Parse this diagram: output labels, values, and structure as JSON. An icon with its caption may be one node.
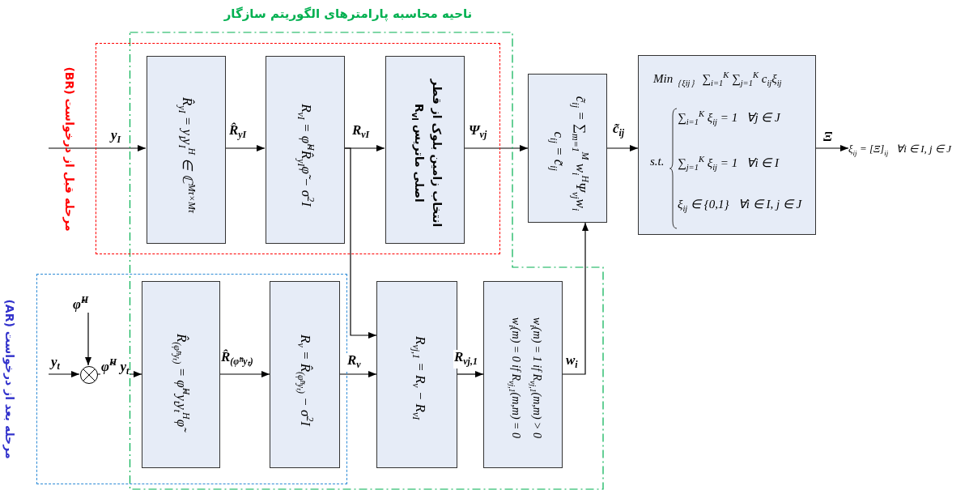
{
  "diagram": {
    "nodes": [
      {
        "text": [
          "ناحیه محاسبه پارامترهای الگوریتم سازگار"
        ]
      },
      {
        "text": [
          "مرحله قبل از درخواست (BR)"
        ]
      },
      {
        "text": [
          "مرحله بعد از درخواست (AR)"
        ]
      },
      {
        "text": [
          "R̂$_{yI}$ = y$_{I}$y$_{I}$$^{H}$ ∈ ℂ$^{Mτ×Mτ}$"
        ],
        "in": 1
      },
      {
        "text": [
          "R$_{vI}$ = φ̃$^{H}$R̂$_{yI}$φ̃ − σ$^{2}$I"
        ],
        "in": 1
      },
      {
        "text": [
          "انتخاب زامین بلوک از قطر اصلی ماتریس R$_{vI}$"
        ],
        "in": 1
      },
      {
        "text": [
          "c̃$_{ij}$ = ∑$_{m=1}$$^{M}$ w$_{i}$$^{H}$Ψ$_{vj}$w$_{i}$",
          "c$_{ij}$ = c̃$_{ij}$"
        ]
      },
      {
        "text": [
          "Min$_{｛ξij｝}$ ∑$_{i=1}$$^{K}$ ∑$_{j=1}$$^{K}$ c$_{ij}$ξ$_{ij}$",
          "s.t.",
          "∑$_{i=1}$$^{K}$ ξ$_{ij}$ = 1   ∀j ∈ J",
          "∑$_{j=1}$$^{K}$ ξ$_{ij}$ = 1   ∀i ∈ I",
          "ξ$_{ij}$ ∈ {0,1}   ∀i ∈ I, j ∈ J"
        ]
      },
      {
        "text": [
          "φ̃$^{H}$"
        ],
        "in": 2
      },
      {
        "text": [],
        "shape": "circle",
        "in": 2
      },
      {
        "text": [
          "R̂$_{(φ̃ᴴyₜ)}$ = φ̃$^{H}$y$_{t}$y$_{t}$$^{H}$φ̃"
        ]
      },
      {
        "text": [
          "R$_{v}$ = R̂$_{(φ̃ᴴyₜ)}$ − σ$^{2}$I"
        ]
      },
      {
        "text": [
          "R$_{vj,1}$ = R$_{v}$ − R$_{vI}$"
        ],
        "in": 0
      },
      {
        "text": [
          "w$_{i}$(m) = 1   if R$_{vj,1}$(m,m) > 0",
          "w$_{i}$(m) = 0   if R$_{vj,1}$(m,m) = 0"
        ],
        "in": 0
      },
      {
        "text": [
          "ξ$_{ij}$ = [Ξ]$_{ij}$   ∀i ∈ I, j ∈ J"
        ]
      }
    ],
    "edges": [
      {
        "from": null,
        "to": 3,
        "arrow": "to",
        "label": "y$_{I}$"
      },
      {
        "from": 3,
        "to": 4,
        "arrow": "to",
        "label": "R̂$_{yI}$"
      },
      {
        "from": 4,
        "to": 5,
        "arrow": "to",
        "label": "R$_{vI}$"
      },
      {
        "from": 4,
        "to": 12,
        "arrow": "to"
      },
      {
        "from": 5,
        "to": 6,
        "arrow": "to",
        "label": "Ψ$_{vj}$"
      },
      {
        "from": 6,
        "to": 7,
        "arrow": "to",
        "label": "c̃$_{ij}$"
      },
      {
        "from": 7,
        "to": 14,
        "arrow": "to",
        "label": "Ξ"
      },
      {
        "from": null,
        "to": 9,
        "arrow": "to",
        "label": "y$_{t}$"
      },
      {
        "from": 8,
        "to": 9,
        "arrow": "to"
      },
      {
        "from": 9,
        "to": 10,
        "arrow": "to",
        "label": "φ̃$^{H}$ y$_{t}$"
      },
      {
        "from": 10,
        "to": 11,
        "arrow": "to",
        "label": "R̂$_{(φ̃ᴴyₜ)}$"
      },
      {
        "from": 11,
        "to": 12,
        "arrow": "to",
        "label": "R$_{v}$"
      },
      {
        "from": 12,
        "to": 13,
        "arrow": "to",
        "label": "R$_{vj,1}$"
      },
      {
        "from": 13,
        "to": 6,
        "arrow": "to",
        "label": "w$_{i}$"
      }
    ]
  }
}
